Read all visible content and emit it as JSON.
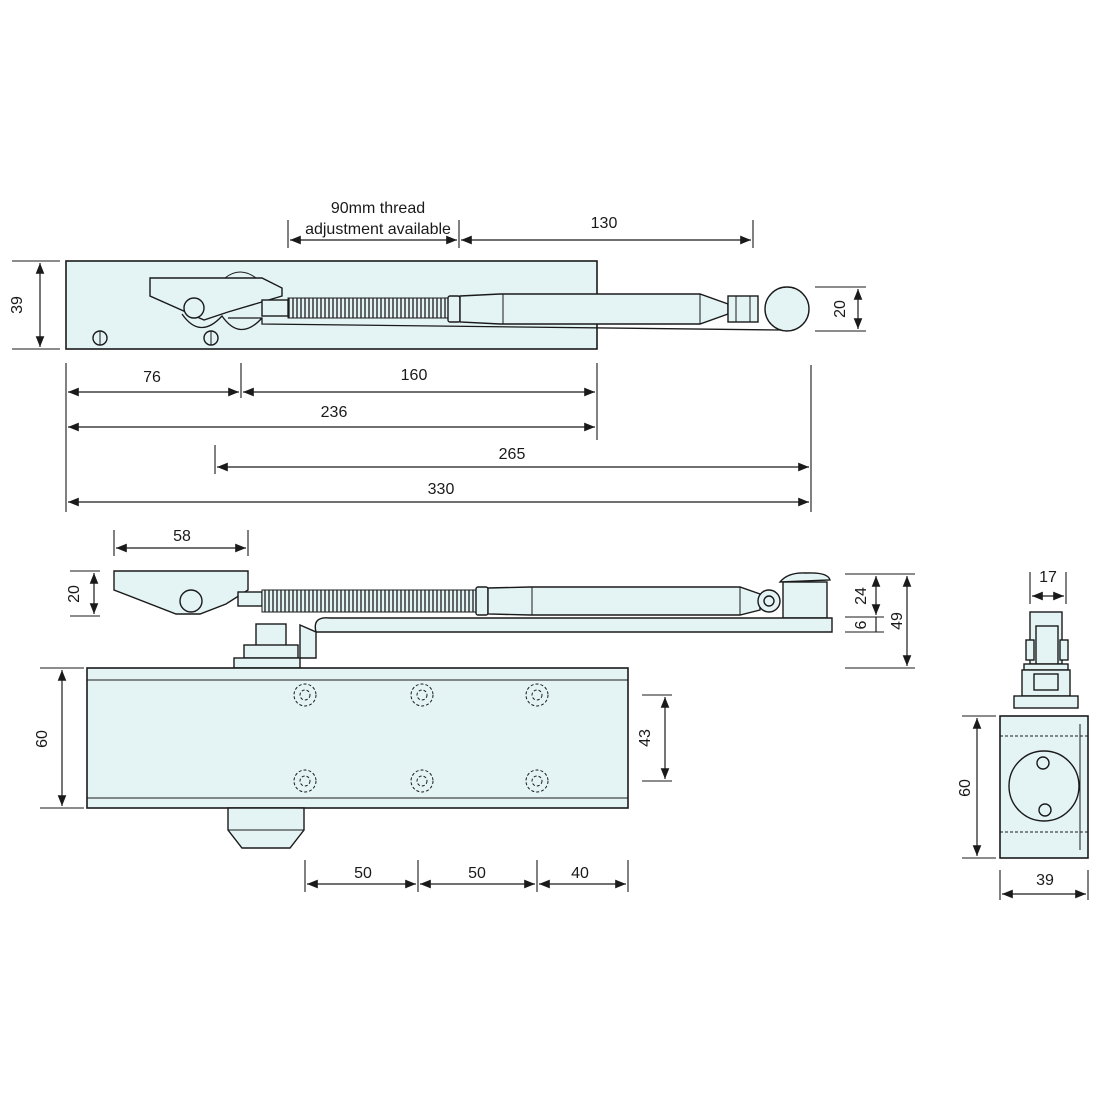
{
  "colors": {
    "part_fill": "#e4f4f4",
    "stroke": "#1a1a1a"
  },
  "top_view": {
    "thread_note_line1": "90mm thread",
    "thread_note_line2": "adjustment available",
    "dim_130": "130",
    "dim_39": "39",
    "dim_20": "20",
    "dim_76": "76",
    "dim_160": "160",
    "dim_236": "236",
    "dim_265": "265",
    "dim_330": "330"
  },
  "front_view": {
    "dim_58": "58",
    "dim_20": "20",
    "dim_24": "24",
    "dim_6": "6",
    "dim_49": "49",
    "dim_60": "60",
    "dim_43": "43",
    "dim_50a": "50",
    "dim_50b": "50",
    "dim_40": "40"
  },
  "side_view": {
    "dim_17": "17",
    "dim_60": "60",
    "dim_39": "39"
  }
}
